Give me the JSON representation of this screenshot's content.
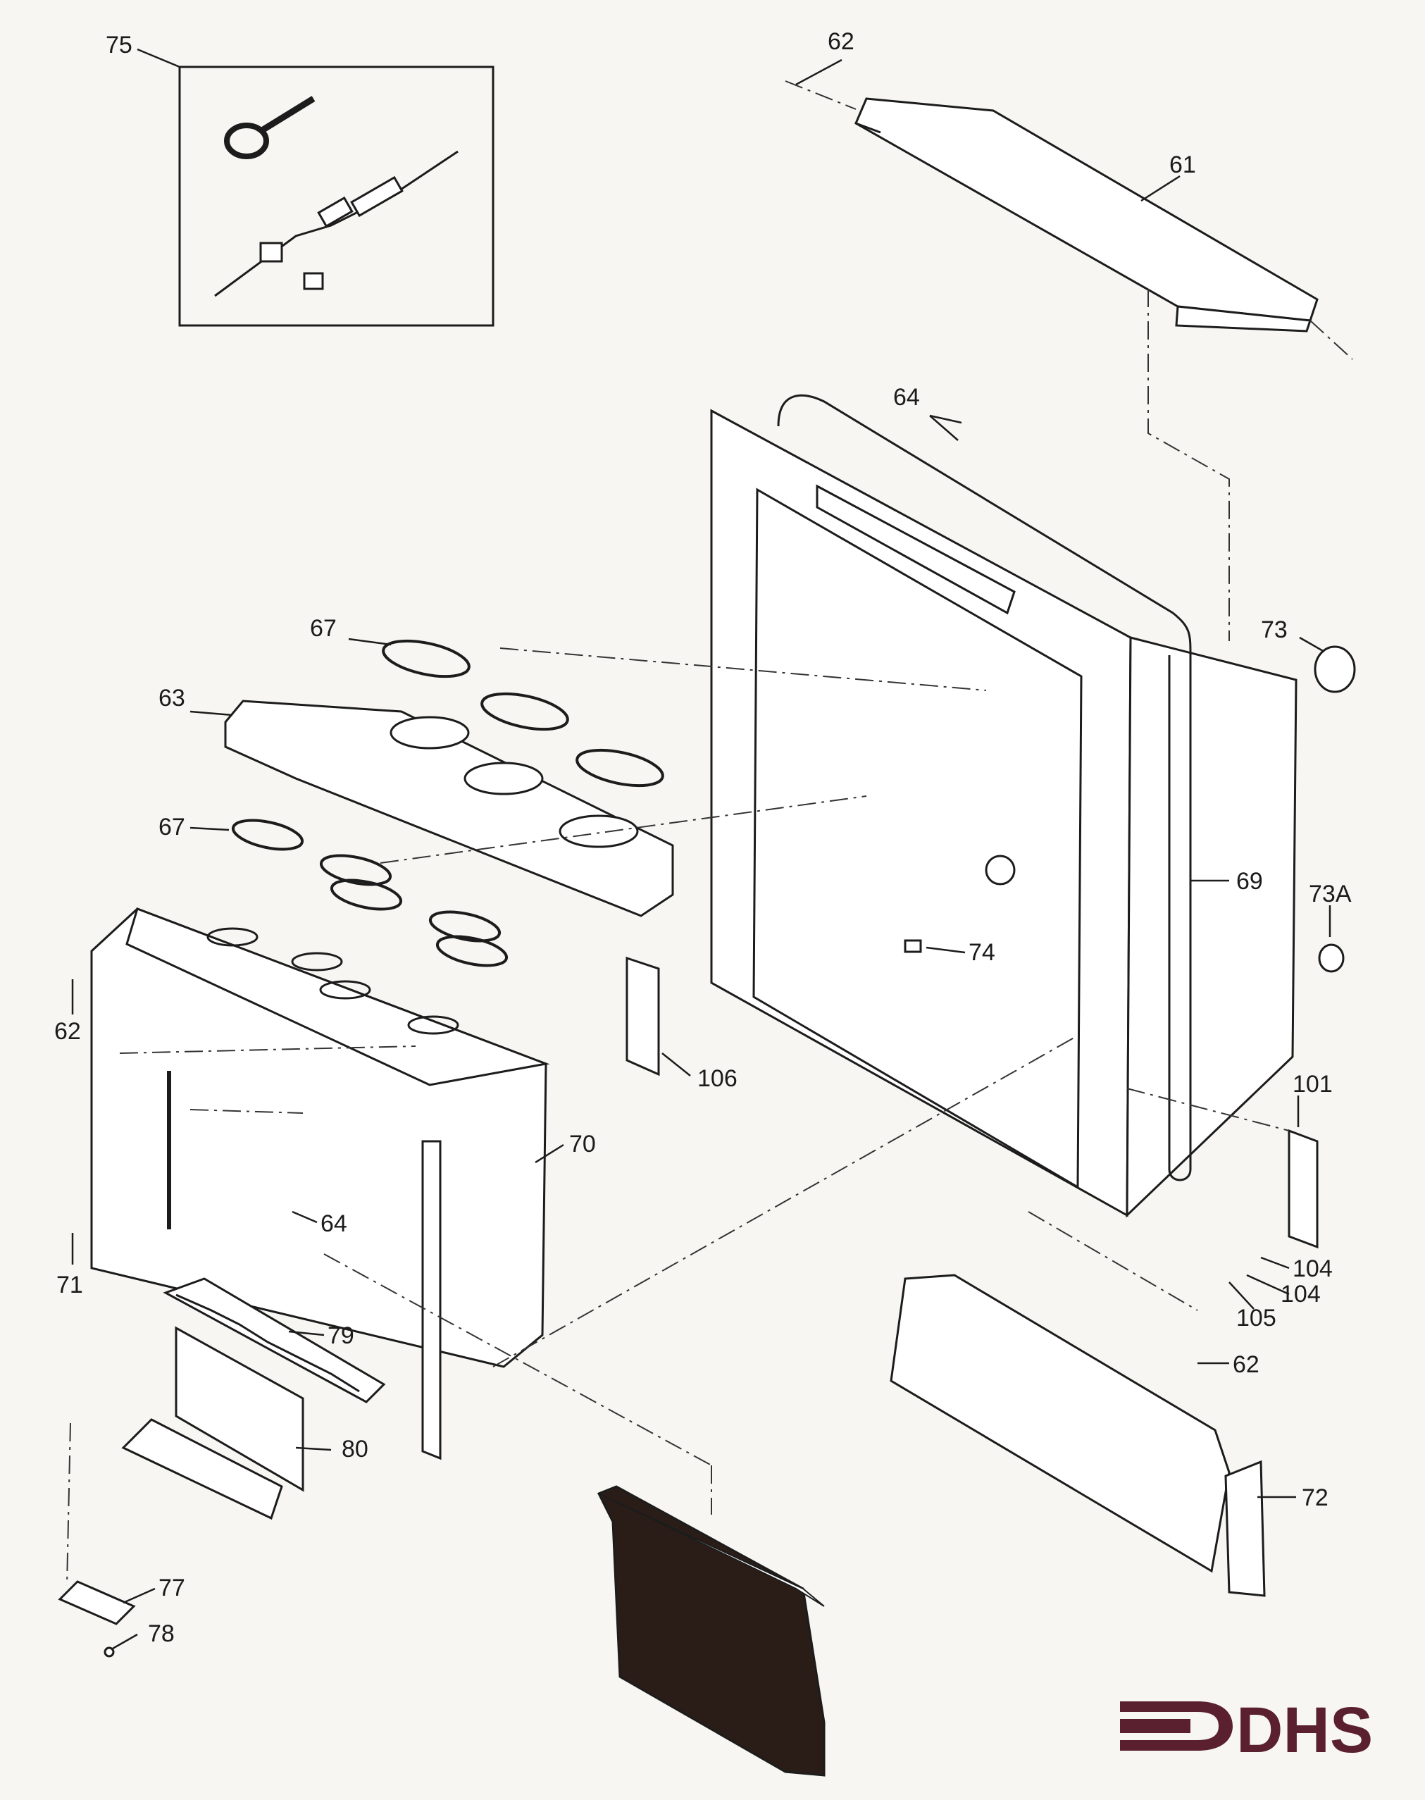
{
  "callouts": [
    {
      "id": "75",
      "text": "75"
    },
    {
      "id": "62-top",
      "text": "62"
    },
    {
      "id": "61",
      "text": "61"
    },
    {
      "id": "64-top",
      "text": "64"
    },
    {
      "id": "73",
      "text": "73"
    },
    {
      "id": "67-upper",
      "text": "67"
    },
    {
      "id": "63",
      "text": "63"
    },
    {
      "id": "67-lower",
      "text": "67"
    },
    {
      "id": "69",
      "text": "69"
    },
    {
      "id": "73A",
      "text": "73A"
    },
    {
      "id": "74",
      "text": "74"
    },
    {
      "id": "62-left",
      "text": "62"
    },
    {
      "id": "106",
      "text": "106"
    },
    {
      "id": "101",
      "text": "101"
    },
    {
      "id": "70",
      "text": "70"
    },
    {
      "id": "64-left",
      "text": "64"
    },
    {
      "id": "71",
      "text": "71"
    },
    {
      "id": "104-a",
      "text": "104"
    },
    {
      "id": "104-b",
      "text": "104"
    },
    {
      "id": "105",
      "text": "105"
    },
    {
      "id": "79",
      "text": "79"
    },
    {
      "id": "62-right",
      "text": "62"
    },
    {
      "id": "80",
      "text": "80"
    },
    {
      "id": "72",
      "text": "72"
    },
    {
      "id": "77",
      "text": "77"
    },
    {
      "id": "78",
      "text": "78"
    }
  ],
  "logo": {
    "text": "DHS",
    "color": "#5a2030"
  },
  "colors": {
    "ink": "#1c1c1c",
    "paper": "#f7f6f2",
    "panel_fill": "#2a1d18"
  }
}
